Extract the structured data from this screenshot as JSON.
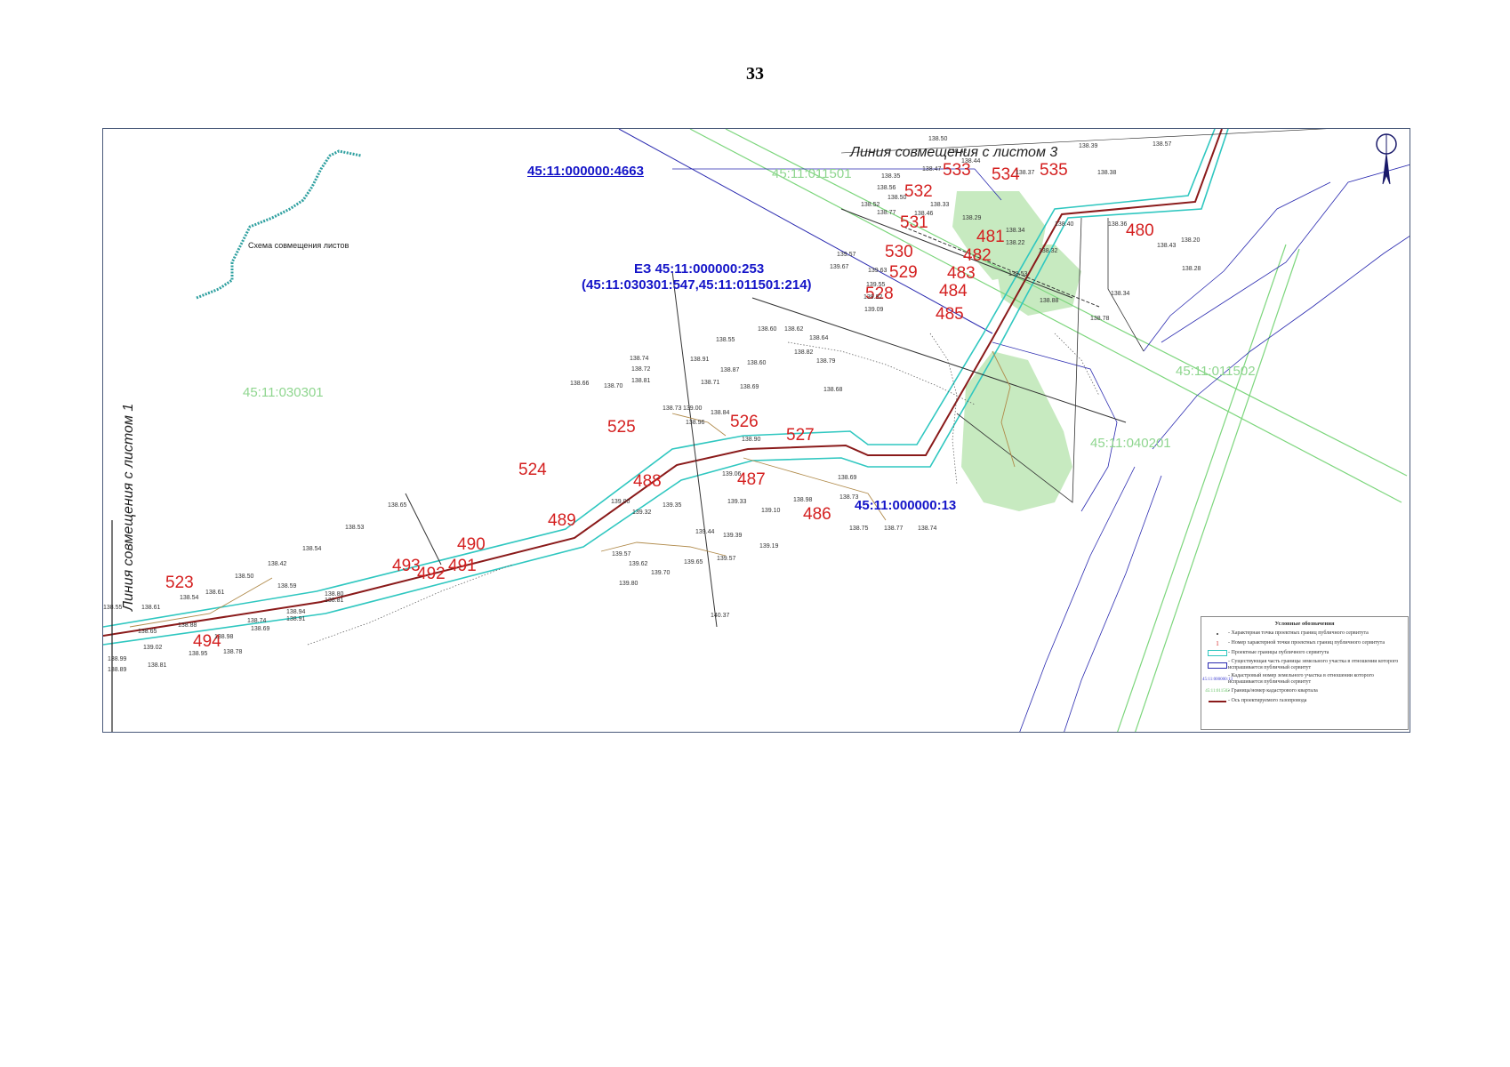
{
  "page_number": "33",
  "titles": {
    "top_match_line": "Линия совмещения с листом 3",
    "left_match_line": "Линия совмещения с листом 1",
    "scheme_label": "Схема совмещения листов"
  },
  "cadastral_labels": {
    "parcel_4663": "45:11:000000:4663",
    "ez_253": "ЕЗ 45:11:000000:253",
    "ez_253_sub": "(45:11:030301:547,45:11:011501:214)",
    "parcel_13": "45:11:000000:13"
  },
  "quarter_labels": {
    "q_030301": "45:11:030301",
    "q_011501": "45:11:011501",
    "q_011502": "45:11:011502",
    "q_040201": "45:11:040201"
  },
  "point_numbers": [
    "523",
    "524",
    "525",
    "526",
    "527",
    "528",
    "529",
    "530",
    "531",
    "532",
    "533",
    "534",
    "535",
    "480",
    "481",
    "482",
    "483",
    "484",
    "485",
    "486",
    "487",
    "488",
    "489",
    "490",
    "491",
    "492",
    "493",
    "494"
  ],
  "elevations": [
    "138.50",
    "138.42",
    "138.44",
    "138.39",
    "138.57",
    "138.47",
    "138.37",
    "138.38",
    "138.35",
    "138.56",
    "138.50",
    "138.33",
    "138.52",
    "138.77",
    "138.46",
    "138.29",
    "138.34",
    "138.22",
    "138.32",
    "138.40",
    "138.36",
    "138.20",
    "138.43",
    "138.28",
    "139.57",
    "139.67",
    "139.63",
    "139.55",
    "138.53",
    "139.92",
    "139.09",
    "138.88",
    "138.78",
    "138.34",
    "138.60",
    "138.62",
    "138.64",
    "138.55",
    "138.91",
    "138.87",
    "138.60",
    "138.82",
    "138.79",
    "138.69",
    "138.68",
    "138.71",
    "138.72",
    "138.81",
    "138.74",
    "138.66",
    "138.70",
    "138.73",
    "139.00",
    "138.84",
    "138.90",
    "138.96",
    "138.69",
    "138.73",
    "139.06",
    "139.33",
    "139.10",
    "138.98",
    "138.75",
    "138.77",
    "138.74",
    "139.00",
    "139.32",
    "139.35",
    "139.44",
    "139.39",
    "139.19",
    "139.57",
    "139.62",
    "139.70",
    "139.65",
    "139.57",
    "139.80",
    "140.37",
    "138.65",
    "138.53",
    "138.54",
    "138.42",
    "138.50",
    "138.61",
    "138.54",
    "138.59",
    "138.80",
    "138.81",
    "138.74",
    "138.69",
    "138.94",
    "138.91",
    "138.55",
    "138.65",
    "138.88",
    "138.98",
    "138.78",
    "138.99",
    "138.89",
    "138.81",
    "139.02",
    "138.61",
    "138.95"
  ],
  "legend": {
    "title": "Условные обозначения",
    "items": [
      {
        "symbol": "dot",
        "text": "- Характерная точка проектных границ публичного сервитута"
      },
      {
        "symbol": "1",
        "text": "- Номер характерной точки проектных границ публичного сервитута"
      },
      {
        "symbol": "cyan-rect",
        "text": "- Проектные границы публичного сервитута"
      },
      {
        "symbol": "blue-rect",
        "text": "- Существующая часть границы земельного участка в отношении которого испрашивается публичный сервитут"
      },
      {
        "symbol": "45:11:000000:13",
        "text": "- Кадастровый номер земельного участка в отношении которого испрашивается публичный сервитут"
      },
      {
        "symbol": "45:11:011502",
        "text": "- Граница/номер кадастрового квартала"
      },
      {
        "symbol": "red-line",
        "text": "- Ось проектируемого газопровода"
      }
    ]
  },
  "colors": {
    "servitude_boundary": "#2fc7c0",
    "parcel_boundary": "#2a2ab0",
    "gas_axis": "#8a1a1a",
    "quarter_boundary": "#7dd67d",
    "point_number": "#d42020",
    "cadastral_number": "#1414c8",
    "vegetation": "#c7eac0"
  }
}
